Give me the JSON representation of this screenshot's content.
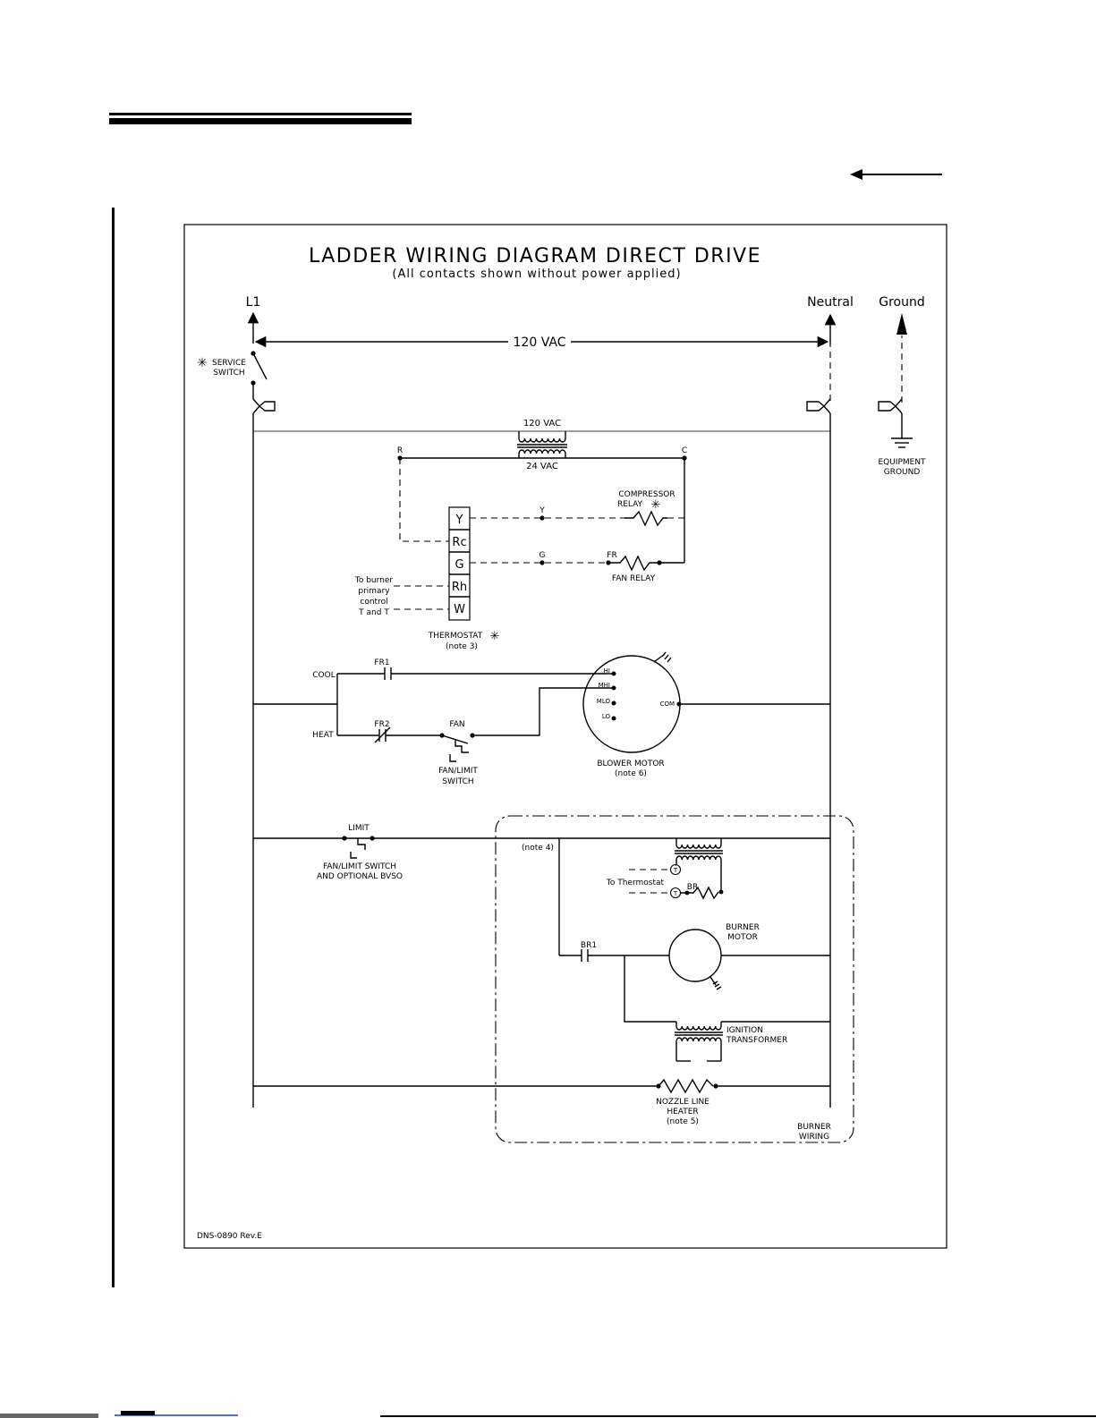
{
  "diagram": {
    "title": "LADDER WIRING DIAGRAM DIRECT DRIVE",
    "subtitle": "(All contacts shown without power applied)",
    "terminals": {
      "l1": "L1",
      "neutral": "Neutral",
      "ground": "Ground"
    },
    "supply_voltage": "120 VAC",
    "service_switch": {
      "line1": "SERVICE",
      "line2": "SWITCH"
    },
    "equipment_ground": {
      "line1": "EQUIPMENT",
      "line2": "GROUND"
    },
    "transformer": {
      "primary": "120 VAC",
      "secondary": "24 VAC",
      "r": "R",
      "c": "C"
    },
    "thermostat_terminals": [
      "Y",
      "Rc",
      "G",
      "Rh",
      "W"
    ],
    "thermostat": {
      "label": "THERMOSTAT",
      "note": "(note 3)"
    },
    "to_burner": [
      "To burner",
      "primary",
      "control",
      "T and T"
    ],
    "compressor_relay": {
      "line1": "COMPRESSOR",
      "line2": "RELAY"
    },
    "wire_y": "Y",
    "wire_g": "G",
    "fan_relay": {
      "fr": "FR",
      "label": "FAN RELAY"
    },
    "cool": "COOL",
    "heat": "HEAT",
    "fr1": "FR1",
    "fr2": "FR2",
    "fan": "FAN",
    "fan_limit_switch": {
      "line1": "FAN/LIMIT",
      "line2": "SWITCH"
    },
    "motor_taps": [
      "HI",
      "MHI",
      "MLO",
      "LO"
    ],
    "motor_com": "COM",
    "blower_motor": {
      "line1": "BLOWER MOTOR",
      "line2": "(note 6)"
    },
    "limit": "LIMIT",
    "fan_limit_bvso": {
      "line1": "FAN/LIMIT SWITCH",
      "line2": "AND OPTIONAL BVSO"
    },
    "note4": "(note 4)",
    "to_thermostat": "To Thermostat",
    "t_symbol": "T",
    "br": "BR",
    "br1": "BR1",
    "burner_motor": {
      "line1": "BURNER",
      "line2": "MOTOR"
    },
    "ignition": {
      "line1": "IGNITION",
      "line2": "TRANSFORMER"
    },
    "nozzle": {
      "line1": "NOZZLE LINE",
      "line2": "HEATER",
      "line3": "(note 5)"
    },
    "burner_wiring": {
      "line1": "BURNER",
      "line2": "WIRING"
    },
    "drawing_no": "DNS-0890  Rev.E",
    "asterisk": "✳"
  }
}
